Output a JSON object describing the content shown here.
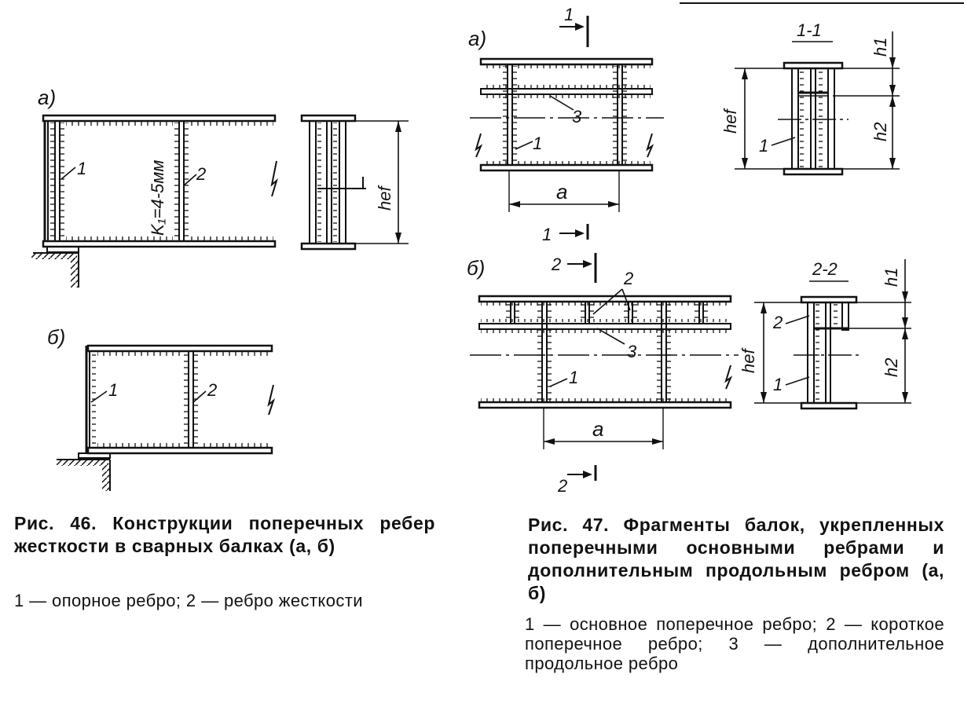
{
  "fig46": {
    "label_a": "а)",
    "label_b": "б)",
    "weld_note": "K₁=4-5мм",
    "dim_hef": "hef",
    "callout_1": "1",
    "callout_2": "2",
    "caption_title": "Рис. 46. Конструкции поперечных ребер жесткости в сварных балках (а, б)",
    "caption_legend": "1 — опорное ребро; 2 — ребро жесткости"
  },
  "fig47": {
    "label_a": "а)",
    "label_b": "б)",
    "section_1": "1-1",
    "section_2": "2-2",
    "cut_1": "1",
    "cut_2": "2",
    "dim_a": "a",
    "dim_hef": "hef",
    "dim_h1": "h1",
    "dim_h2": "h2",
    "callout_1": "1",
    "callout_2": "2",
    "callout_3": "3",
    "caption_title": "Рис. 47. Фрагменты балок, укрепленных поперечными основными ребрами и дополнительным продольным ребром (а, б)",
    "caption_legend": "1 — основное поперечное ребро; 2 — короткое поперечное ребро; 3 — дополнительное продольное ребро"
  }
}
